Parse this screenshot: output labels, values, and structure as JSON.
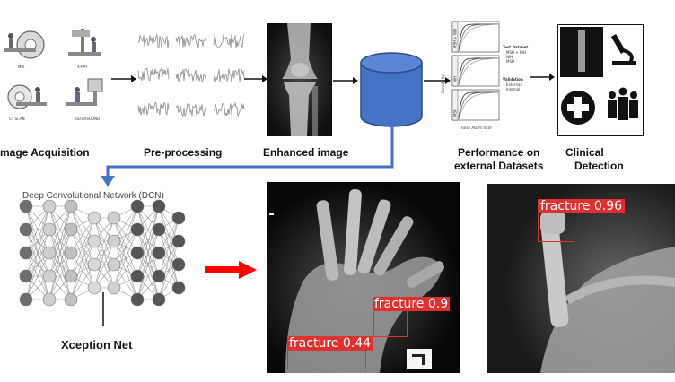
{
  "stages": {
    "acquisition": "mage Acquisition",
    "preprocessing": "Pre-processing",
    "enhanced": "Enhanced image",
    "performance_line1": "Performance on",
    "performance_line2": "external Datasets",
    "clinical_line1": "Clinical",
    "clinical_line2": "Detection"
  },
  "acquisition_modalities": [
    "MRI",
    "X-RAY",
    "CT SCAN",
    "ULTRASOUND"
  ],
  "network": {
    "title": "Deep Convolutional Network (DCN)",
    "name": "Xception Net"
  },
  "chart": {
    "y_axis": "Sensitivity",
    "x_axis": "False Alarm Rate",
    "panel_labels": [
      "MSH + NIH",
      "NIH",
      "MSH"
    ],
    "legend_title": "Test Dataset",
    "legend_items": [
      "MSH + NIH",
      "NIH",
      "MSH"
    ],
    "validation_title": "Validation",
    "validation_items": [
      "External",
      "Internal"
    ]
  },
  "detections": {
    "hand": [
      {
        "label": "fracture 0.9"
      },
      {
        "label": "fracture 0.44"
      }
    ],
    "finger": [
      {
        "label": "fracture 0.96"
      }
    ]
  },
  "colors": {
    "flow_arrow": "#4472c4",
    "detection_box": "#e03030",
    "db_cylinder": "#4472c4",
    "red_arrow": "#ff0000"
  }
}
